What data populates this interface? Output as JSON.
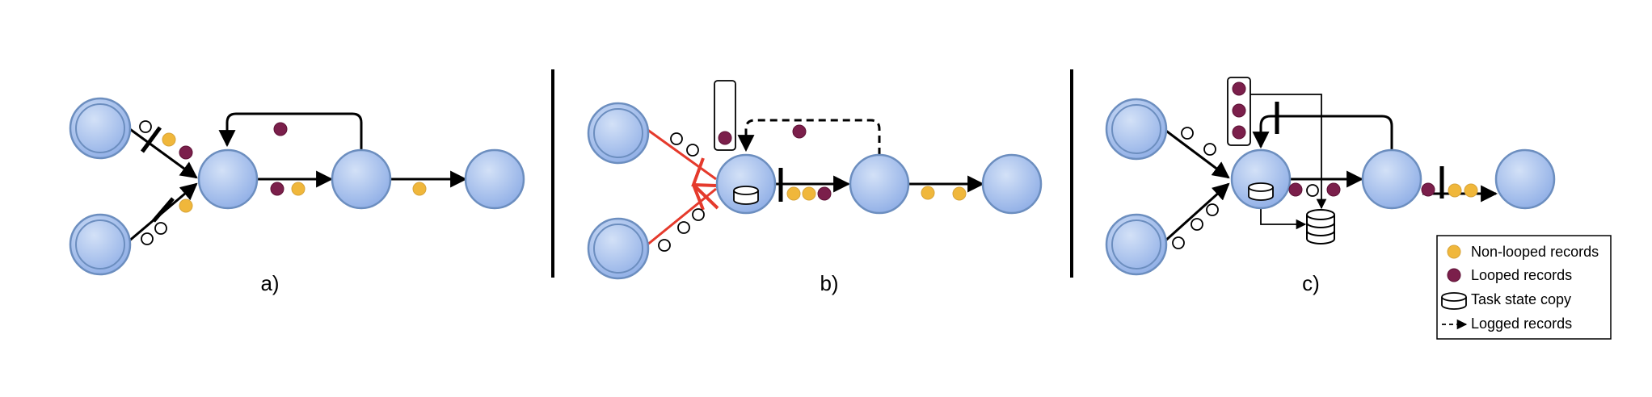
{
  "panels": {
    "a": {
      "label": "a)"
    },
    "b": {
      "label": "b)"
    },
    "c": {
      "label": "c)"
    }
  },
  "legend": {
    "non_looped": "Non-looped records",
    "looped": "Looped records",
    "task_state": "Task state copy",
    "logged": "Logged records"
  },
  "colors": {
    "node_fill": "#a9c1ec",
    "node_stroke": "#6c8ebf",
    "non_looped": "#f0b73b",
    "looped": "#7b1f4b",
    "broken_edge": "#e53a2c"
  }
}
